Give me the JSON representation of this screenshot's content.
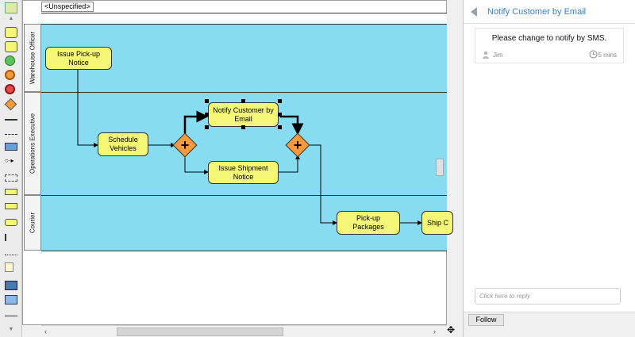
{
  "canvas": {
    "breadcrumb": "<Unspecified>",
    "lanes": [
      {
        "label": "Warehouse Officer"
      },
      {
        "label": "Operations Executive"
      },
      {
        "label": "Courier"
      }
    ],
    "tasks": {
      "issue_pickup": "Issue Pick-up Notice",
      "schedule": "Schedule Vehicles",
      "notify": "Notify Customer by Email",
      "shipment": "Issue Shipment Notice",
      "pickup_packages": "Pick-up Packages",
      "ship": "Ship C"
    },
    "colors": {
      "lane": "#87dcf2",
      "task": "#f4f675",
      "gateway": "#f59a3c"
    }
  },
  "panel": {
    "title": "Notify Customer by Email",
    "comment": {
      "text": "Please change to notify by SMS.",
      "user": "Jim",
      "time": "5 mins"
    },
    "reply_placeholder": "Click here to reply",
    "follow_label": "Follow"
  }
}
